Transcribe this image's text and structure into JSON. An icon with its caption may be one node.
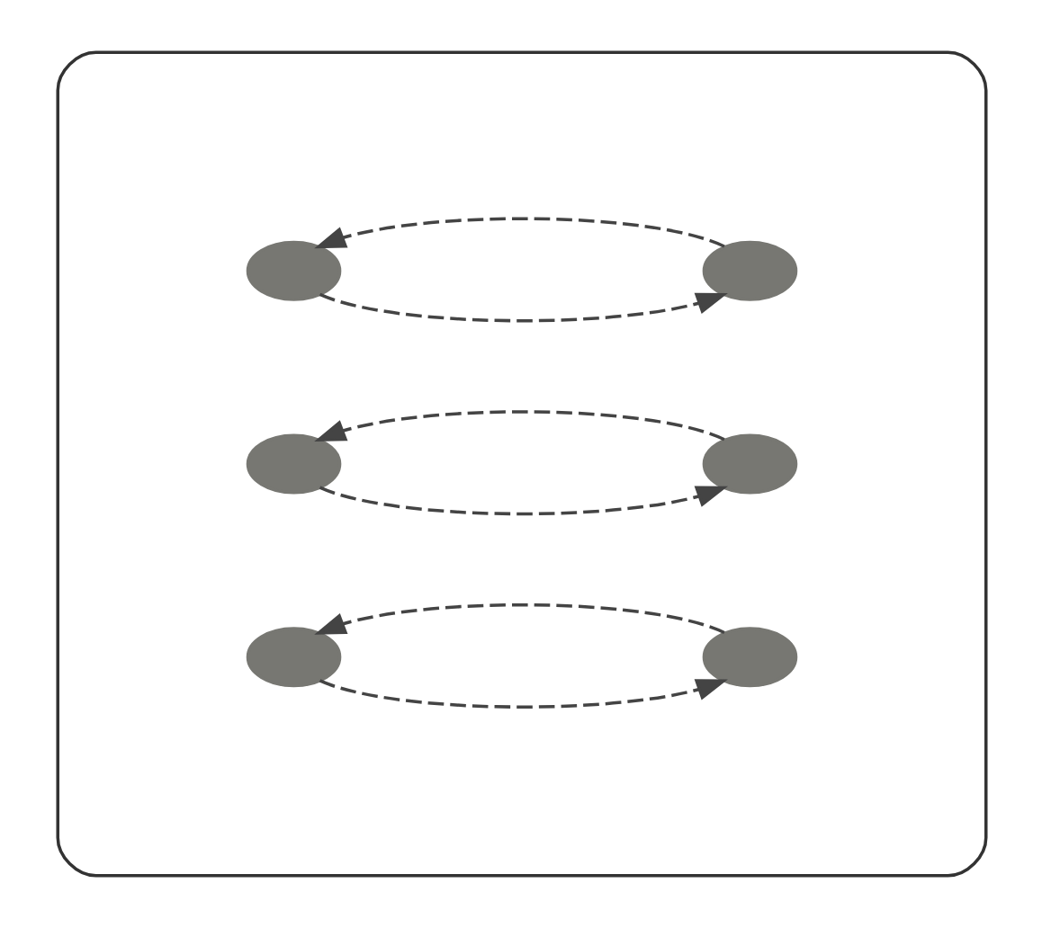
{
  "diagram": {
    "nodes": [
      {
        "text": [],
        "shape": "trapezoid"
      },
      {
        "text": [],
        "shape": "ellipse",
        "in": 0
      },
      {
        "text": [],
        "shape": "ellipse",
        "in": 0
      },
      {
        "text": [],
        "shape": "ellipse",
        "in": 0
      },
      {
        "text": [],
        "shape": "ellipse",
        "in": 0
      },
      {
        "text": [],
        "shape": "ellipse",
        "in": 0
      },
      {
        "text": [],
        "shape": "ellipse",
        "in": 0
      }
    ],
    "edges": [
      {
        "from": 1,
        "to": 2,
        "arrow": "to",
        "style": "dashed"
      },
      {
        "from": 2,
        "to": 1,
        "arrow": "to",
        "style": "dashed"
      },
      {
        "from": 3,
        "to": 4,
        "arrow": "to",
        "style": "dashed"
      },
      {
        "from": 4,
        "to": 3,
        "arrow": "to",
        "style": "dashed"
      },
      {
        "from": 5,
        "to": 6,
        "arrow": "to",
        "style": "dashed"
      },
      {
        "from": 6,
        "to": 5,
        "arrow": "to",
        "style": "dashed"
      }
    ]
  }
}
